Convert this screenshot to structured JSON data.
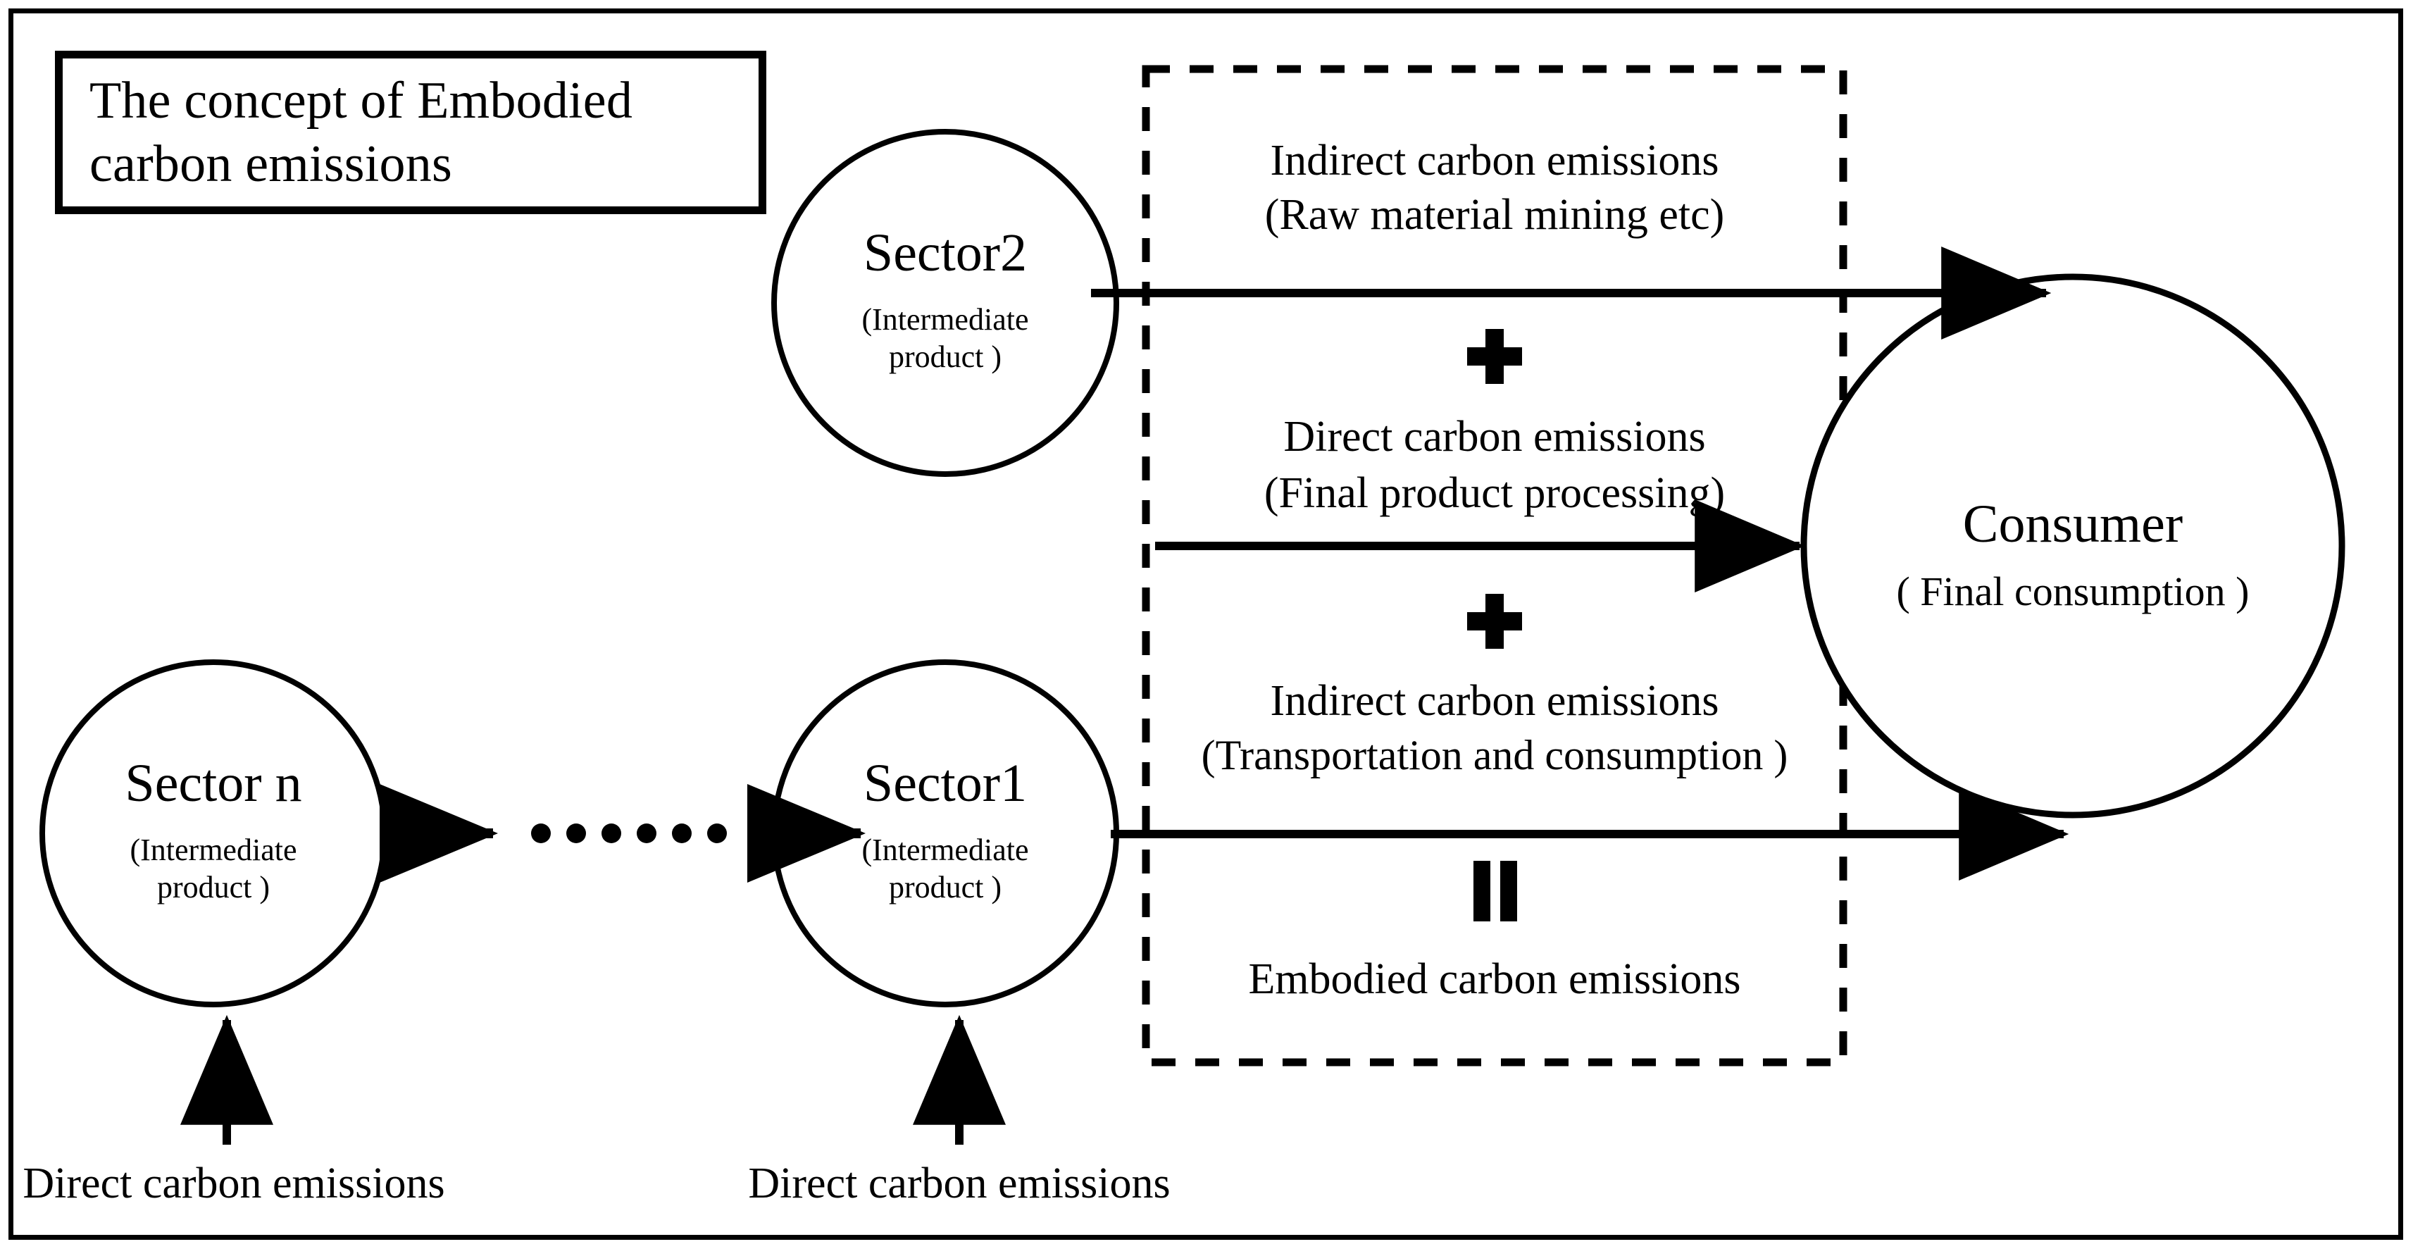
{
  "figure": {
    "title": "The concept of Embodied carbon emissions",
    "title_line_1": "The concept of Embodied",
    "title_line_2": "carbon emissions",
    "stroke_color": "#000000",
    "background_color": "#ffffff"
  },
  "nodes": {
    "sector_n": {
      "title": "Sector n",
      "subtitle_line_1": "(Intermediate",
      "subtitle_line_2": "product )"
    },
    "sector_1": {
      "title": "Sector1",
      "subtitle_line_1": "(Intermediate",
      "subtitle_line_2": "product )"
    },
    "sector_2": {
      "title": "Sector2",
      "subtitle_line_1": "(Intermediate",
      "subtitle_line_2": "product )"
    },
    "consumer": {
      "title": "Consumer",
      "subtitle": "( Final consumption )"
    }
  },
  "flows": [
    {
      "id": "indirect-raw-material",
      "line_1": "Indirect carbon emissions",
      "line_2": "(Raw material mining  etc)",
      "operator_below": "plus"
    },
    {
      "id": "direct-final-product",
      "line_1": "Direct carbon emissions",
      "line_2": "(Final product processing)",
      "operator_below": "plus"
    },
    {
      "id": "indirect-transportation",
      "line_1": "Indirect carbon emissions",
      "line_2": "(Transportation and consumption )",
      "operator_below": "equals"
    },
    {
      "id": "embodied-total",
      "line_1": "Embodied carbon emissions",
      "line_2": "",
      "operator_below": ""
    }
  ],
  "operators": {
    "plus": "+",
    "equals": "="
  },
  "bottom_labels": {
    "sector_n_emission": "Direct carbon emissions",
    "sector_1_emission": "Direct carbon emissions"
  },
  "connectors": {
    "ellipsis_dots": 6,
    "sector_n_to_ellipsis": "arrow-right",
    "ellipsis_to_sector_1": "arrow-right",
    "sector_2_to_consumer": "arrow-right",
    "dashed_box_to_consumer": "arrow-right",
    "sector_1_to_consumer": "arrow-right",
    "emission_into_sector_n": "arrow-up",
    "emission_into_sector_1": "arrow-up"
  }
}
